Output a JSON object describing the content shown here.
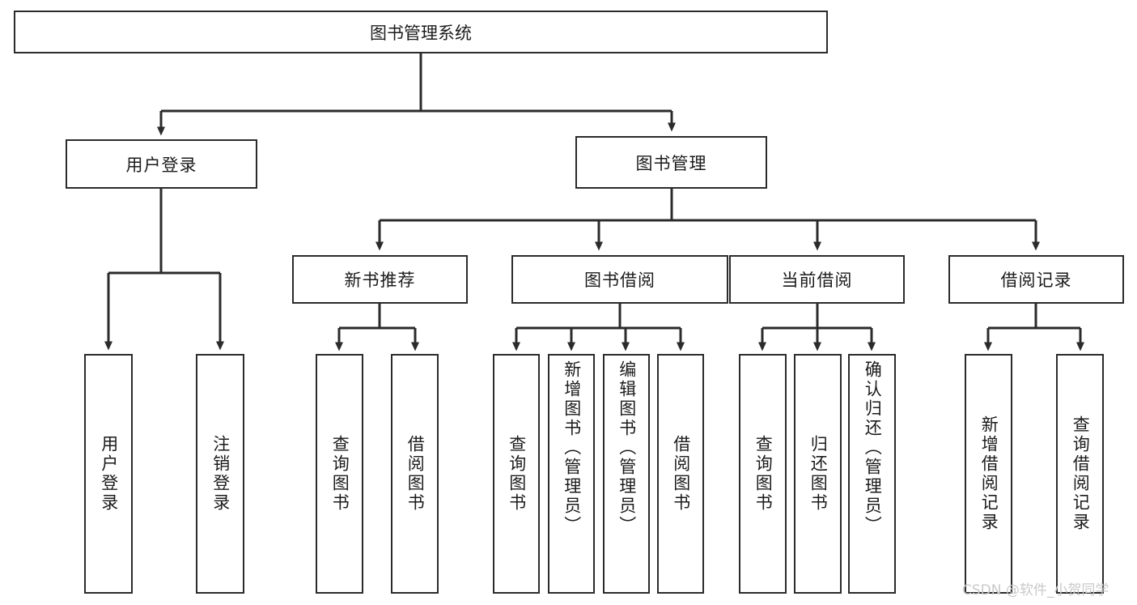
{
  "diagram": {
    "type": "tree",
    "title": "图书管理系统",
    "root": {
      "label": "图书管理系统"
    },
    "level2": [
      {
        "label": "用户登录"
      },
      {
        "label": "图书管理"
      }
    ],
    "level3": [
      {
        "label": "新书推荐"
      },
      {
        "label": "图书借阅"
      },
      {
        "label": "当前借阅"
      },
      {
        "label": "借阅记录"
      }
    ],
    "leaves": {
      "user_login": [
        {
          "label": "用户登录"
        },
        {
          "label": "注销登录"
        }
      ],
      "new_book_recommend": [
        {
          "label": "查询图书"
        },
        {
          "label": "借阅图书"
        }
      ],
      "book_borrow": [
        {
          "label": "查询图书"
        },
        {
          "label": "新增图书（管理员）"
        },
        {
          "label": "编辑图书（管理员）"
        },
        {
          "label": "借阅图书"
        }
      ],
      "current_borrow": [
        {
          "label": "查询图书"
        },
        {
          "label": "归还图书"
        },
        {
          "label": "确认归还（管理员）"
        }
      ],
      "borrow_record": [
        {
          "label": "新增借阅记录"
        },
        {
          "label": "查询借阅记录"
        }
      ]
    }
  },
  "watermark": {
    "text": "CSDN @软件_小贺同学"
  },
  "colors": {
    "stroke": "#2b2b2b",
    "fill": "#ffffff",
    "text": "#1b1b1b",
    "watermark": "#c9c9c9"
  }
}
